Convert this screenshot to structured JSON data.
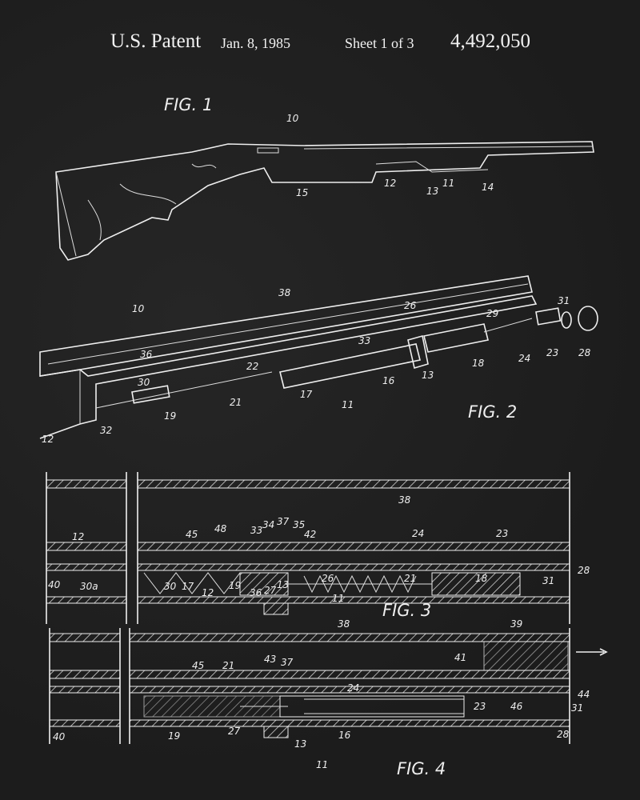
{
  "header": {
    "title": "U.S. Patent",
    "date": "Jan. 8, 1985",
    "sheet": "Sheet 1 of 3",
    "patent_number": "4,492,050"
  },
  "fig1": {
    "label": "FIG. 1",
    "refs": [
      "10",
      "15",
      "12",
      "13",
      "11",
      "14"
    ]
  },
  "fig2": {
    "label": "FIG. 2",
    "refs": [
      "10",
      "38",
      "26",
      "29",
      "31",
      "36",
      "33",
      "22",
      "30",
      "19",
      "21",
      "17",
      "16",
      "13",
      "18",
      "24",
      "23",
      "28",
      "32",
      "12",
      "11"
    ]
  },
  "fig3": {
    "label": "FIG. 3",
    "refs": [
      "12",
      "45",
      "48",
      "33",
      "34",
      "37",
      "35",
      "42",
      "38",
      "24",
      "23",
      "40",
      "30a",
      "30",
      "17",
      "12",
      "19",
      "36",
      "27",
      "13",
      "26",
      "21",
      "18",
      "31",
      "28",
      "11"
    ]
  },
  "fig4": {
    "label": "FIG. 4",
    "refs": [
      "38",
      "39",
      "41",
      "45",
      "21",
      "43",
      "37",
      "24",
      "23",
      "44",
      "46",
      "31",
      "28",
      "40",
      "19",
      "27",
      "13",
      "16",
      "11"
    ]
  }
}
